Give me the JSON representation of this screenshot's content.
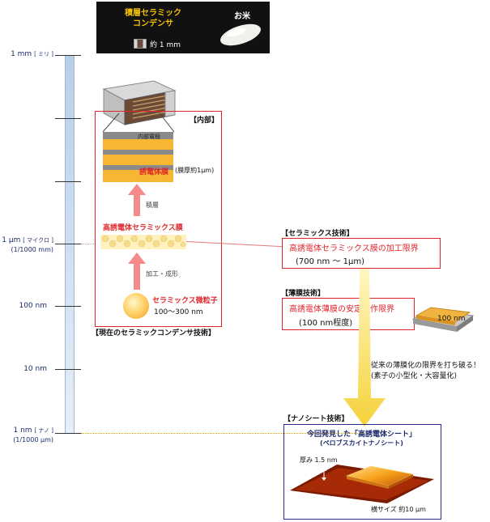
{
  "axis": {
    "labels": [
      {
        "main": "1 mm",
        "sub": "[ ミリ ]",
        "sub2": ""
      },
      {
        "main": "1 μm",
        "sub": "[ マイクロ ]",
        "sub2": "(1/1000 mm)"
      },
      {
        "main": "100 nm",
        "sub": "",
        "sub2": ""
      },
      {
        "main": "10 nm",
        "sub": "",
        "sub2": ""
      },
      {
        "main": "1 nm",
        "sub": "[ ナノ ]",
        "sub2": "(1/1000 μm)"
      }
    ]
  },
  "top": {
    "capacitor_title_1": "積層セラミック",
    "capacitor_title_2": "コンデンサ",
    "size_label": "約 1 mm",
    "rice_label": "お米"
  },
  "current": {
    "inner_title": "【内部】",
    "electrode_label": "内部電極",
    "dielectric_label": "誘電体膜",
    "thickness_label": "(膜厚約1μm)",
    "stack_label": "積層",
    "film_label": "高誘電体セラミックス膜",
    "process_label": "加工・成形",
    "particle_label": "セラミックス微粒子",
    "particle_size": "100〜300 nm",
    "caption": "【現在のセラミックコンデンサ技術】"
  },
  "ceramic_tech": {
    "title": "【セラミックス技術】",
    "limit": "高誘電体セラミックス膜の加工限界",
    "range": "(700 nm 〜 1μm)"
  },
  "thin_film": {
    "title": "【薄膜技術】",
    "limit": "高誘電体薄膜の安定動作限界",
    "range": "(100 nm程度)",
    "chip_label": "100 nm"
  },
  "breakthrough": {
    "line1": "従来の薄膜化の限界を打ち破る！",
    "line2": "(素子の小型化・大容量化)"
  },
  "nanosheet": {
    "title": "【ナノシート技術】",
    "headline": "今回発見した「高誘電体シート」",
    "subline": "(ペロブスカイトナノシート)",
    "thickness": "厚み 1.5 nm",
    "width": "横サイズ 約10 μm"
  }
}
